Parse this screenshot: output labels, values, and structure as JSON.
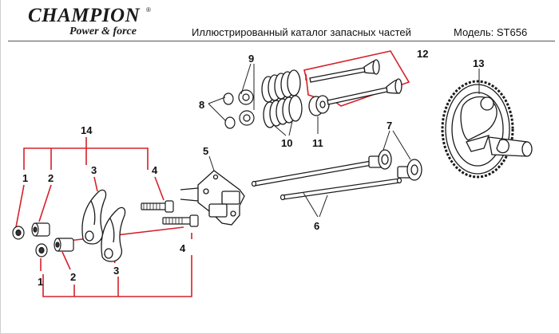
{
  "header": {
    "brand": "CHAMPION",
    "brand_reg": "®",
    "tagline": "Power & force",
    "catalog_title": "Иллюстрированный каталог запасных частей",
    "model_text": "Модель: ST656"
  },
  "callouts": {
    "c1a": "1",
    "c2a": "2",
    "c3a": "3",
    "c4a": "4",
    "c1b": "1",
    "c2b": "2",
    "c3b": "3",
    "c4b": "4",
    "c5": "5",
    "c6": "6",
    "c7": "7",
    "c8": "8",
    "c9": "9",
    "c10": "10",
    "c11": "11",
    "c12": "12",
    "c13": "13",
    "c14": "14"
  },
  "colors": {
    "group_line": "#d6202a",
    "leader_line": "#222222",
    "part_stroke": "#1a1a1a"
  }
}
